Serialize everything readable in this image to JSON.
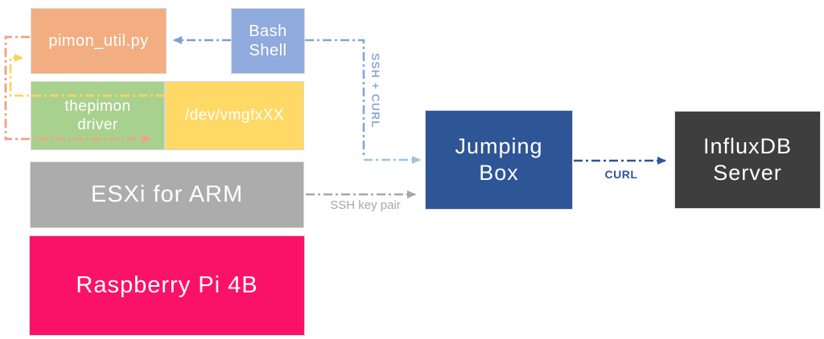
{
  "nodes": {
    "pimon_util": {
      "label": "pimon_util.py",
      "color": "#F2AE81"
    },
    "bash_shell": {
      "label": "Bash\nShell",
      "color": "#8FAADC"
    },
    "thepimon_driver": {
      "label": "thepimon\ndriver",
      "color": "#A9D18E"
    },
    "dev_vmgfxxx": {
      "label": "/dev/vmgfxXX",
      "color": "#FFD966"
    },
    "esxi_for_arm": {
      "label": "ESXi for ARM",
      "color": "#ACACAC"
    },
    "raspberry_pi": {
      "label": "Raspberry Pi 4B",
      "color": "#FA1268"
    },
    "jumping_box": {
      "label": "Jumping\nBox",
      "color": "#2E5596"
    },
    "influxdb_server": {
      "label": "InfluxDB\nServer",
      "color": "#3E3E3E"
    }
  },
  "edges": {
    "bash_to_pimon": {
      "label": "",
      "color": "#7E9ED8"
    },
    "bash_to_jumping": {
      "label": "SSH + CURL",
      "color": "#8FAADC"
    },
    "esxi_to_jumping": {
      "label": "SSH key pair",
      "color": "#A6A6A6"
    },
    "jumping_to_influx": {
      "label": "CURL",
      "color": "#2F5496"
    },
    "pimon_to_dev": {
      "label": "",
      "color": "#EFA183"
    },
    "dev_to_pimon": {
      "label": "",
      "color": "#FFD45F"
    }
  }
}
